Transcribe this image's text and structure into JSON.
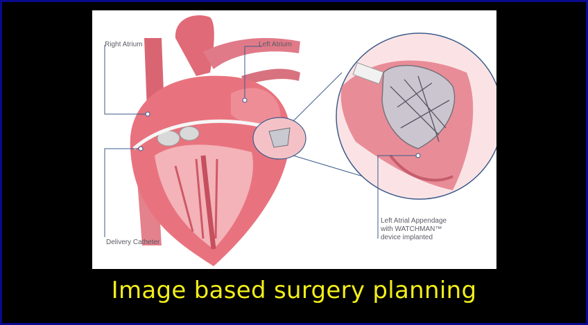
{
  "figure": {
    "labels": {
      "right_atrium": "Right Atrium",
      "left_atrium": "Left Atrium",
      "delivery_catheter": "Delivery Catheter",
      "laa_line1": "Left Atrial Appendage",
      "laa_line2": "with WATCHMAN™",
      "laa_line3": "device implanted"
    }
  },
  "caption": "Image based surgery planning",
  "colors": {
    "background": "#000000",
    "frame": "#0a0a8c",
    "caption": "#f2ee1a",
    "heart": "#e8737e",
    "callout_line": "#3a5a8a"
  }
}
